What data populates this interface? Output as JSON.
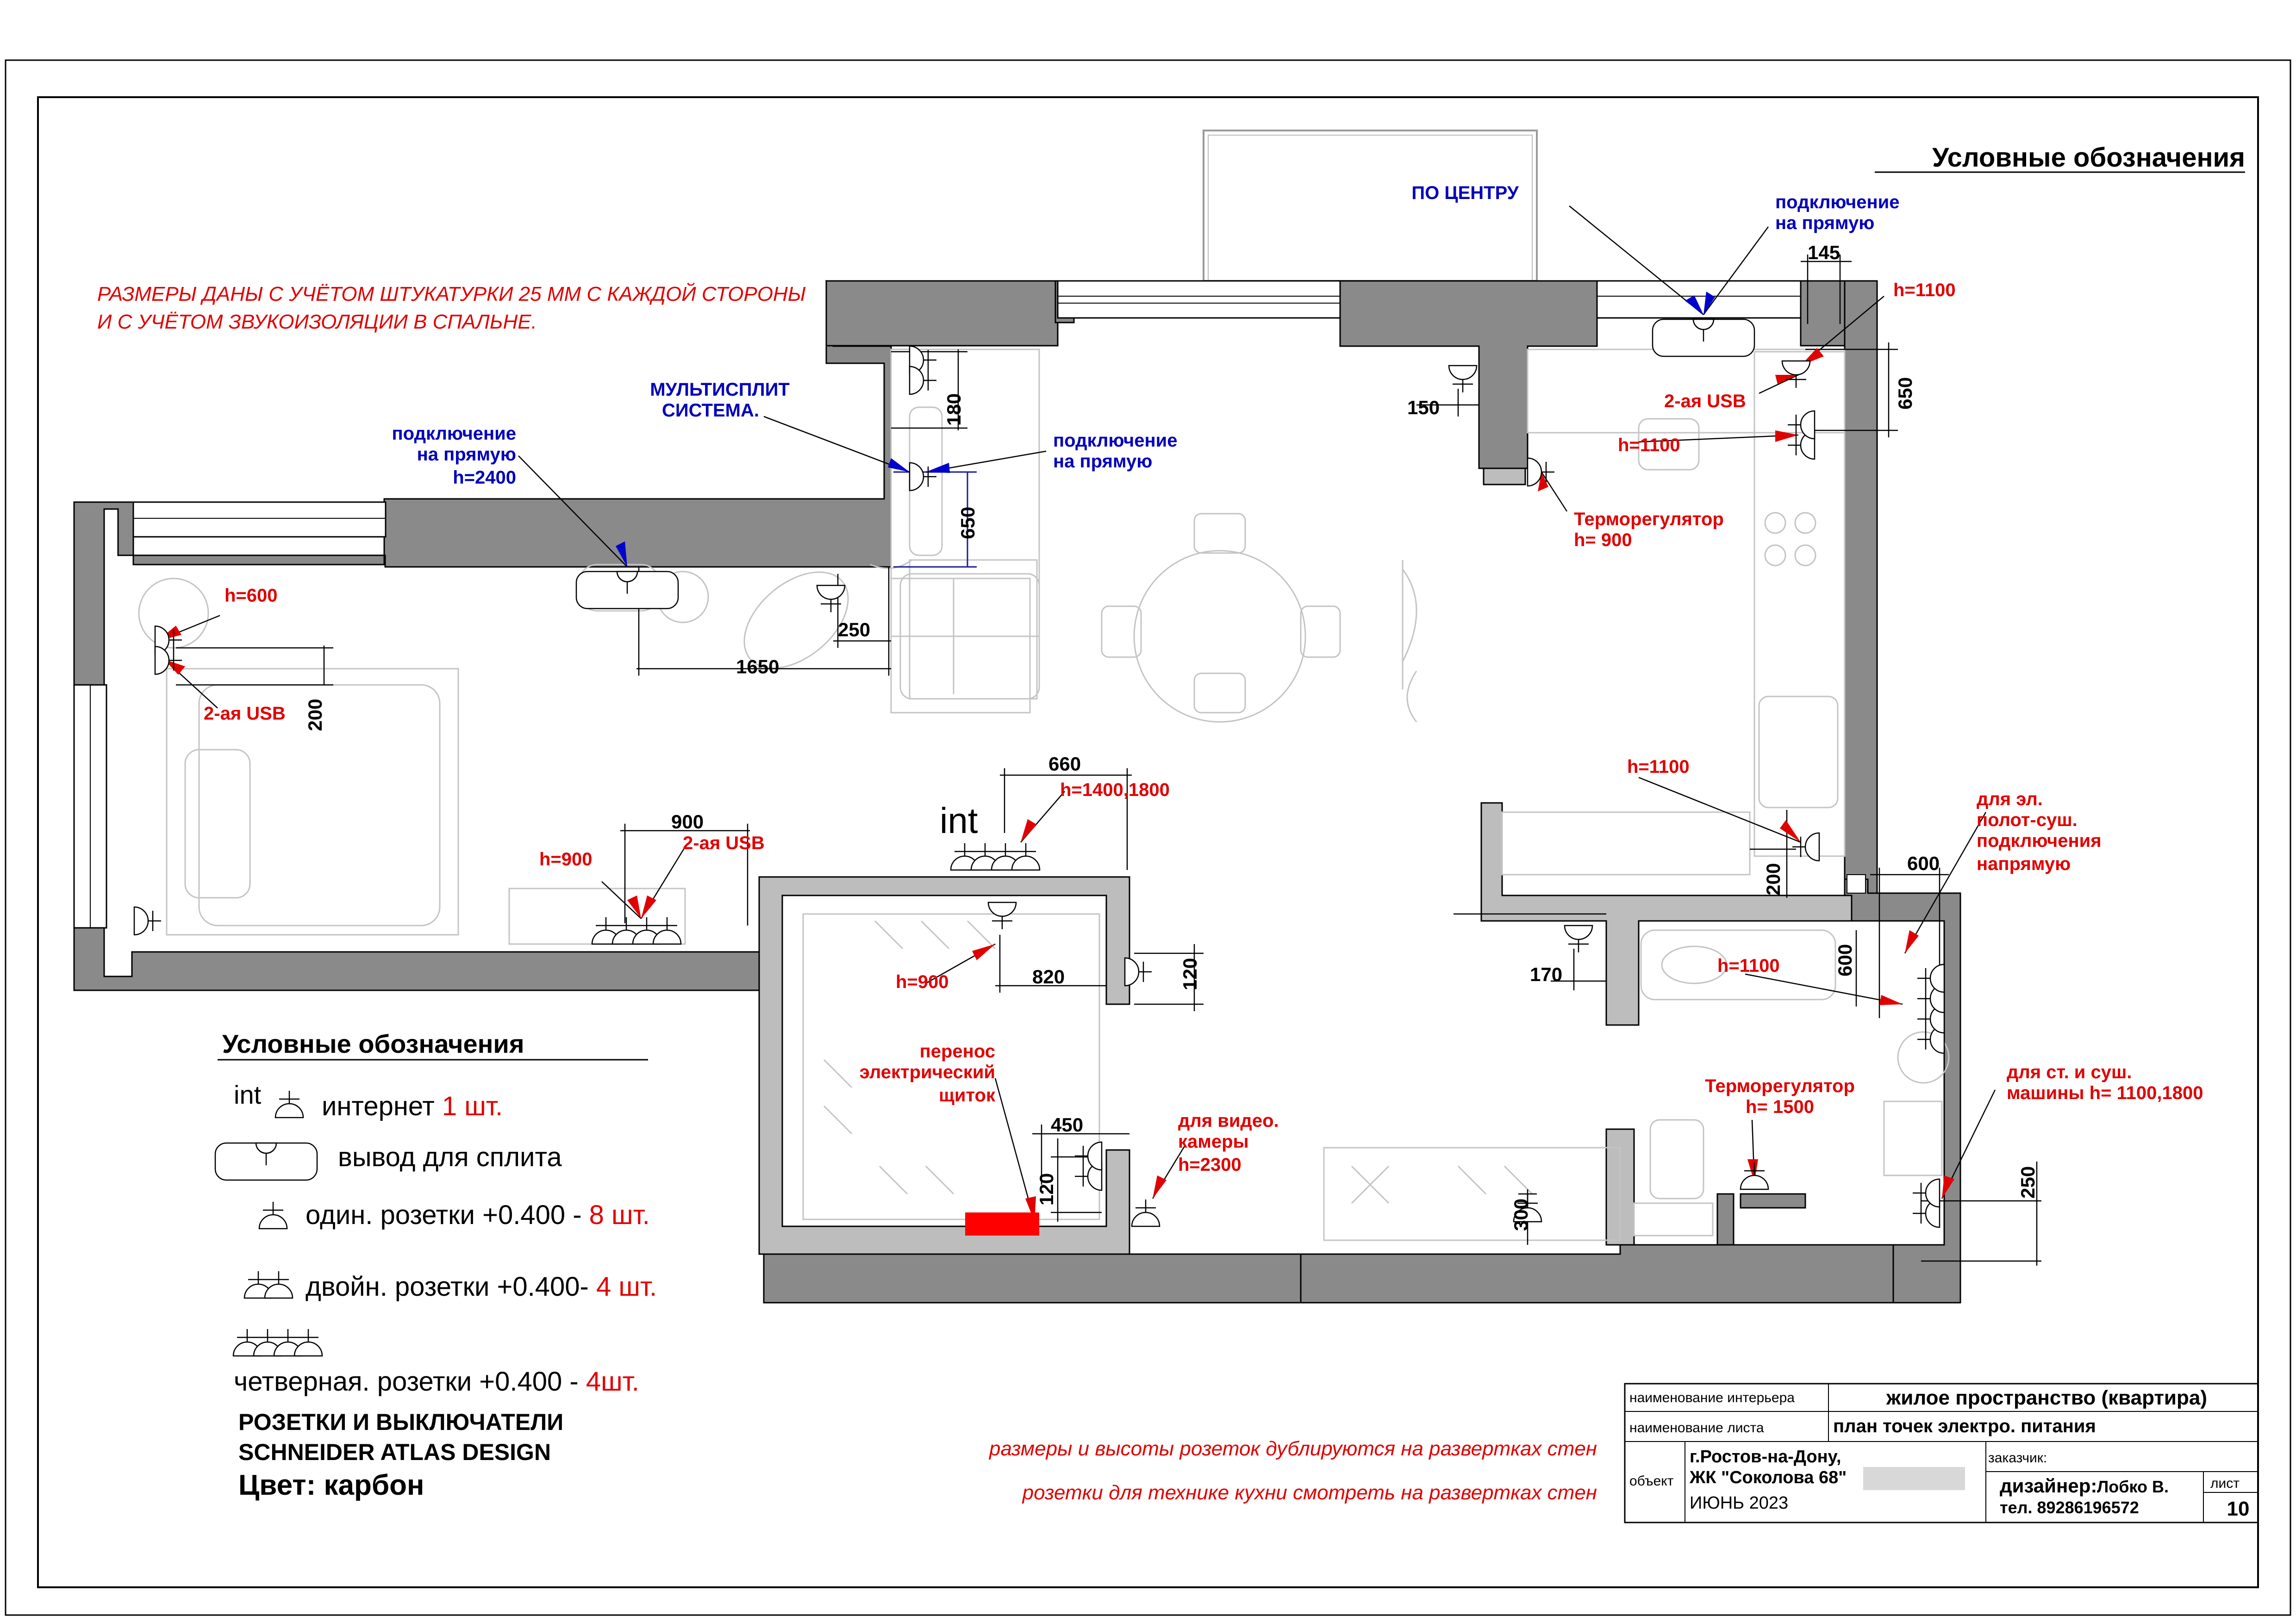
{
  "header": {
    "title": "Условные обозначения"
  },
  "note": {
    "line1": "РАЗМЕРЫ ДАНЫ С УЧЁТОМ ШТУКАТУРКИ 25 ММ С КАЖДОЙ СТОРОНЫ",
    "line2": "И С УЧЁТОМ ЗВУКОИЗОЛЯЦИИ В СПАЛЬНЕ."
  },
  "labels": {
    "po_centru": "ПО ЦЕНТРУ",
    "podkl_top_1": "подключение",
    "podkl_top_2": "на прямую",
    "multisplit_1": "МУЛЬТИСПЛИТ",
    "multisplit_2": "СИСТЕМА.",
    "podkl_left_1": "подключение",
    "podkl_left_2": "на прямую",
    "podkl_left_3": "h=2400",
    "podkl_mid_1": "подключение",
    "podkl_mid_2": "на прямую",
    "h600": "h=600",
    "usb_bed": "2-ая USB",
    "h900_bed": "h=900",
    "usb_bed2": "2-ая USB",
    "h1400": "h=1400,1800",
    "int_text": "int",
    "h900_dress": "h=900",
    "perenos_1": "перенос",
    "perenos_2": "электрический",
    "perenos_3": "щиток",
    "video_1": "для видео.",
    "video_2": "камеры",
    "video_3": "h=2300",
    "h1100_top": "h=1100",
    "usb_kitchen": "2-ая USB",
    "h1100_k2": "h=1100",
    "thermo1_1": "Терморегулятор",
    "thermo1_2": "h= 900",
    "h1100_k3": "h=1100",
    "dryer_1": "для эл.",
    "dryer_2": "полот-суш.",
    "dryer_3": "подключения",
    "dryer_4": "напрямую",
    "h1100_bath": "h=1100",
    "thermo2_1": "Терморегулятор",
    "thermo2_2": "h= 1500",
    "wash_1": "для ст. и суш.",
    "wash_2": "машины h= 1100,1800"
  },
  "dims": {
    "d145": "145",
    "d650r": "650",
    "d150": "150",
    "d180": "180",
    "d650b": "650",
    "d250": "250",
    "d1650": "1650",
    "d200a": "200",
    "d900": "900",
    "d660": "660",
    "d820": "820",
    "d120a": "120",
    "d450": "450",
    "d120b": "120",
    "d200b": "200",
    "d600a": "600",
    "d600b": "600",
    "d170": "170",
    "d300": "300",
    "d250b": "250"
  },
  "legend": {
    "title": "Условные обозначения",
    "int_sym": "int",
    "row1_text": "интернет ",
    "row1_count": "1 шт.",
    "row2_text": "вывод для сплита",
    "row3_text": "один. розетки +0.400 - ",
    "row3_count": "8 шт.",
    "row4_text": "двойн. розетки +0.400- ",
    "row4_count": "4 шт.",
    "row5_text": "четверная. розетки +0.400 - ",
    "row5_count": "4шт.",
    "brand_1": "РОЗЕТКИ И ВЫКЛЮЧАТЕЛИ",
    "brand_2": "SCHNEIDER ATLAS DESIGN",
    "brand_3": "Цвет: карбон"
  },
  "footer_notes": {
    "n1": "размеры и высоты розеток дублируются на развертках стен",
    "n2": "розетки для технике кухни смотреть на развертках стен"
  },
  "title_block": {
    "lbl_interior": "наименование интерьера",
    "val_interior": "жилое пространство (квартира)",
    "lbl_sheet": "наименование листа",
    "val_sheet": "план точек электро. питания",
    "lbl_object": "объект",
    "addr1": "г.Ростов-на-Дону,",
    "addr2": "ЖК \"Соколова 68\"",
    "date": "ИЮНЬ 2023",
    "lbl_client": "заказчик:",
    "designer": "дизайнер:",
    "designer_name": "Лобко В.",
    "phone": "тел. 89286196572",
    "lbl_list": "лист",
    "list_no": "10"
  },
  "colors": {
    "red": "#e00000",
    "blue": "#0000bb",
    "wall": "#8a8a8a"
  }
}
